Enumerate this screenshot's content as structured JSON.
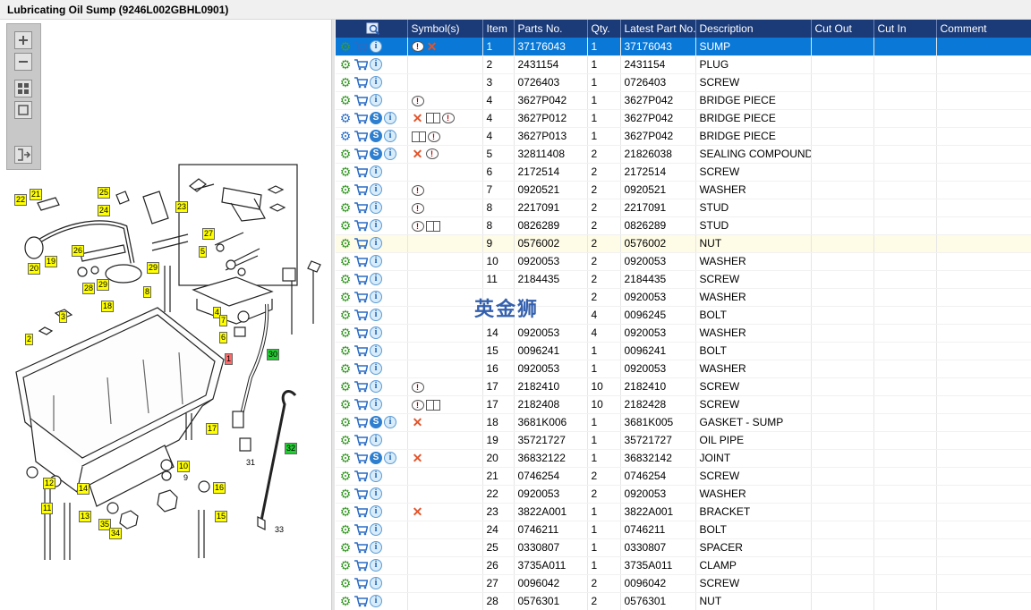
{
  "window_title": "Lubricating Oil Sump (9246L002GBHL0901)",
  "toolbar": {
    "buttons": [
      {
        "name": "zoom-in",
        "icon": "zoom-in-icon"
      },
      {
        "name": "zoom-out",
        "icon": "zoom-out-icon"
      },
      {
        "name": "fit-page",
        "icon": "fit-page-icon"
      },
      {
        "name": "fit-width",
        "icon": "fit-width-icon"
      },
      {
        "name": "export",
        "icon": "export-icon"
      }
    ]
  },
  "columns": [
    "",
    "Symbol(s)",
    "Item",
    "Parts No.",
    "Qty.",
    "Latest Part No.",
    "Description",
    "Cut Out",
    "Cut In",
    "Comment"
  ],
  "header_icon": "find-icon",
  "watermark": "英金狮",
  "colors": {
    "header": "#1a3a78",
    "selected": "#0a78d7",
    "highlight": "#fefbe6"
  },
  "rows": [
    {
      "icons": [
        "gear",
        "cart",
        "info"
      ],
      "symbols": [
        "bubble",
        "x"
      ],
      "item": "1",
      "parts": "37176043",
      "qty": "1",
      "latest": "37176043",
      "desc": "SUMP",
      "state": "selected"
    },
    {
      "icons": [
        "gear",
        "cart",
        "info"
      ],
      "symbols": [],
      "item": "2",
      "parts": "2431154",
      "qty": "1",
      "latest": "2431154",
      "desc": "PLUG"
    },
    {
      "icons": [
        "gear",
        "cart",
        "info"
      ],
      "symbols": [],
      "item": "3",
      "parts": "0726403",
      "qty": "1",
      "latest": "0726403",
      "desc": "SCREW"
    },
    {
      "icons": [
        "gear",
        "cart",
        "info"
      ],
      "symbols": [
        "bubble"
      ],
      "item": "4",
      "parts": "3627P042",
      "qty": "1",
      "latest": "3627P042",
      "desc": "BRIDGE PIECE"
    },
    {
      "icons": [
        "gears",
        "cart",
        "s",
        "info"
      ],
      "symbols": [
        "x",
        "book",
        "bubble"
      ],
      "item": "4",
      "parts": "3627P012",
      "qty": "1",
      "latest": "3627P042",
      "desc": "BRIDGE PIECE"
    },
    {
      "icons": [
        "gears",
        "cart",
        "s",
        "info"
      ],
      "symbols": [
        "book",
        "bubble"
      ],
      "item": "4",
      "parts": "3627P013",
      "qty": "1",
      "latest": "3627P042",
      "desc": "BRIDGE PIECE"
    },
    {
      "icons": [
        "gear",
        "cart",
        "s",
        "info"
      ],
      "symbols": [
        "x",
        "bubble"
      ],
      "item": "5",
      "parts": "32811408",
      "qty": "2",
      "latest": "21826038",
      "desc": "SEALING COMPOUND"
    },
    {
      "icons": [
        "gear",
        "cart",
        "info"
      ],
      "symbols": [],
      "item": "6",
      "parts": "2172514",
      "qty": "2",
      "latest": "2172514",
      "desc": "SCREW"
    },
    {
      "icons": [
        "gear",
        "cart",
        "info"
      ],
      "symbols": [
        "bubble"
      ],
      "item": "7",
      "parts": "0920521",
      "qty": "2",
      "latest": "0920521",
      "desc": "WASHER"
    },
    {
      "icons": [
        "gear",
        "cart",
        "info"
      ],
      "symbols": [
        "bubble"
      ],
      "item": "8",
      "parts": "2217091",
      "qty": "2",
      "latest": "2217091",
      "desc": "STUD"
    },
    {
      "icons": [
        "gear",
        "cart",
        "info"
      ],
      "symbols": [
        "bubble",
        "book"
      ],
      "item": "8",
      "parts": "0826289",
      "qty": "2",
      "latest": "0826289",
      "desc": "STUD"
    },
    {
      "icons": [
        "gear",
        "cart",
        "info"
      ],
      "symbols": [],
      "item": "9",
      "parts": "0576002",
      "qty": "2",
      "latest": "0576002",
      "desc": "NUT",
      "state": "highlight"
    },
    {
      "icons": [
        "gear",
        "cart",
        "info"
      ],
      "symbols": [],
      "item": "10",
      "parts": "0920053",
      "qty": "2",
      "latest": "0920053",
      "desc": "WASHER"
    },
    {
      "icons": [
        "gear",
        "cart",
        "info"
      ],
      "symbols": [],
      "item": "11",
      "parts": "2184435",
      "qty": "2",
      "latest": "2184435",
      "desc": "SCREW"
    },
    {
      "icons": [
        "gear",
        "cart",
        "info"
      ],
      "symbols": [],
      "item": "",
      "parts": "",
      "qty": "2",
      "latest": "0920053",
      "desc": "WASHER"
    },
    {
      "icons": [
        "gear",
        "cart",
        "info"
      ],
      "symbols": [],
      "item": "",
      "parts": "",
      "qty": "4",
      "latest": "0096245",
      "desc": "BOLT"
    },
    {
      "icons": [
        "gear",
        "cart",
        "info"
      ],
      "symbols": [],
      "item": "14",
      "parts": "0920053",
      "qty": "4",
      "latest": "0920053",
      "desc": "WASHER"
    },
    {
      "icons": [
        "gear",
        "cart",
        "info"
      ],
      "symbols": [],
      "item": "15",
      "parts": "0096241",
      "qty": "1",
      "latest": "0096241",
      "desc": "BOLT"
    },
    {
      "icons": [
        "gear",
        "cart",
        "info"
      ],
      "symbols": [],
      "item": "16",
      "parts": "0920053",
      "qty": "1",
      "latest": "0920053",
      "desc": "WASHER"
    },
    {
      "icons": [
        "gear",
        "cart",
        "info"
      ],
      "symbols": [
        "bubble"
      ],
      "item": "17",
      "parts": "2182410",
      "qty": "10",
      "latest": "2182410",
      "desc": "SCREW"
    },
    {
      "icons": [
        "gear",
        "cart",
        "info"
      ],
      "symbols": [
        "bubble",
        "book"
      ],
      "item": "17",
      "parts": "2182408",
      "qty": "10",
      "latest": "2182428",
      "desc": "SCREW"
    },
    {
      "icons": [
        "gear",
        "cart",
        "s",
        "info"
      ],
      "symbols": [
        "x"
      ],
      "item": "18",
      "parts": "3681K006",
      "qty": "1",
      "latest": "3681K005",
      "desc": "GASKET - SUMP"
    },
    {
      "icons": [
        "gear",
        "cart",
        "info"
      ],
      "symbols": [],
      "item": "19",
      "parts": "35721727",
      "qty": "1",
      "latest": "35721727",
      "desc": "OIL PIPE"
    },
    {
      "icons": [
        "gear",
        "cart",
        "s",
        "info"
      ],
      "symbols": [
        "x"
      ],
      "item": "20",
      "parts": "36832122",
      "qty": "1",
      "latest": "36832142",
      "desc": "JOINT"
    },
    {
      "icons": [
        "gear",
        "cart",
        "info"
      ],
      "symbols": [],
      "item": "21",
      "parts": "0746254",
      "qty": "2",
      "latest": "0746254",
      "desc": "SCREW"
    },
    {
      "icons": [
        "gear",
        "cart",
        "info"
      ],
      "symbols": [],
      "item": "22",
      "parts": "0920053",
      "qty": "2",
      "latest": "0920053",
      "desc": "WASHER"
    },
    {
      "icons": [
        "gear",
        "cart",
        "info"
      ],
      "symbols": [
        "x"
      ],
      "item": "23",
      "parts": "3822A001",
      "qty": "1",
      "latest": "3822A001",
      "desc": "BRACKET"
    },
    {
      "icons": [
        "gear",
        "cart",
        "info"
      ],
      "symbols": [],
      "item": "24",
      "parts": "0746211",
      "qty": "1",
      "latest": "0746211",
      "desc": "BOLT"
    },
    {
      "icons": [
        "gear",
        "cart",
        "info"
      ],
      "symbols": [],
      "item": "25",
      "parts": "0330807",
      "qty": "1",
      "latest": "0330807",
      "desc": "SPACER"
    },
    {
      "icons": [
        "gear",
        "cart",
        "info"
      ],
      "symbols": [],
      "item": "26",
      "parts": "3735A011",
      "qty": "1",
      "latest": "3735A011",
      "desc": "CLAMP"
    },
    {
      "icons": [
        "gear",
        "cart",
        "info"
      ],
      "symbols": [],
      "item": "27",
      "parts": "0096042",
      "qty": "2",
      "latest": "0096042",
      "desc": "SCREW"
    },
    {
      "icons": [
        "gear",
        "cart",
        "info"
      ],
      "symbols": [],
      "item": "28",
      "parts": "0576301",
      "qty": "2",
      "latest": "0576301",
      "desc": "NUT"
    }
  ],
  "callouts": [
    {
      "label": "22",
      "style": "y"
    },
    {
      "label": "21",
      "style": "y"
    },
    {
      "label": "20",
      "style": "y"
    },
    {
      "label": "19",
      "style": "y"
    },
    {
      "label": "25",
      "style": "y"
    },
    {
      "label": "24",
      "style": "y"
    },
    {
      "label": "23",
      "style": "y"
    },
    {
      "label": "26",
      "style": "y"
    },
    {
      "label": "28",
      "style": "y"
    },
    {
      "label": "29",
      "style": "y"
    },
    {
      "label": "29",
      "style": "y"
    },
    {
      "label": "27",
      "style": "y"
    },
    {
      "label": "5",
      "style": "y"
    },
    {
      "label": "8",
      "style": "y"
    },
    {
      "label": "18",
      "style": "y"
    },
    {
      "label": "3",
      "style": "y"
    },
    {
      "label": "2",
      "style": "y"
    },
    {
      "label": "4",
      "style": "y"
    },
    {
      "label": "7",
      "style": "y"
    },
    {
      "label": "6",
      "style": "y"
    },
    {
      "label": "1",
      "style": "r"
    },
    {
      "label": "30",
      "style": "g"
    },
    {
      "label": "17",
      "style": "y"
    },
    {
      "label": "32",
      "style": "g"
    },
    {
      "label": "31",
      "style": "n"
    },
    {
      "label": "10",
      "style": "y"
    },
    {
      "label": "9",
      "style": "n"
    },
    {
      "label": "12",
      "style": "y"
    },
    {
      "label": "14",
      "style": "y"
    },
    {
      "label": "16",
      "style": "y"
    },
    {
      "label": "11",
      "style": "y"
    },
    {
      "label": "13",
      "style": "y"
    },
    {
      "label": "35",
      "style": "y"
    },
    {
      "label": "34",
      "style": "y"
    },
    {
      "label": "15",
      "style": "y"
    },
    {
      "label": "33",
      "style": "n"
    }
  ]
}
